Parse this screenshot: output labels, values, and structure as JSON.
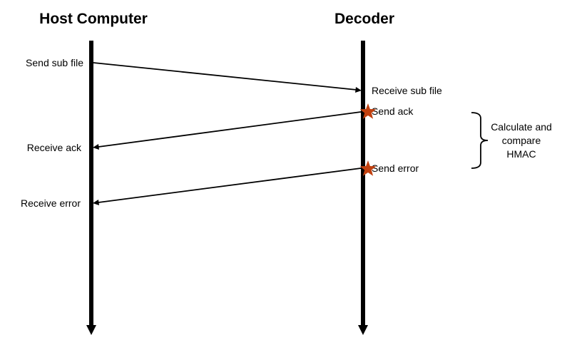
{
  "diagram": {
    "type": "sequence",
    "lifelines": [
      {
        "id": "host",
        "title": "Host Computer"
      },
      {
        "id": "decoder",
        "title": "Decoder"
      }
    ],
    "messages": [
      {
        "from": "host",
        "to": "decoder",
        "send_label": "Send sub file",
        "receive_label": "Receive sub file"
      },
      {
        "from": "decoder",
        "to": "host",
        "send_label": "Send ack",
        "receive_label": "Receive ack",
        "marker": "star"
      },
      {
        "from": "decoder",
        "to": "host",
        "send_label": "Send error",
        "receive_label": "Receive error",
        "marker": "star"
      }
    ],
    "annotation": {
      "lines": [
        "Calculate and",
        "compare",
        "HMAC"
      ]
    },
    "colors": {
      "line": "#000000",
      "star": "#c0400f"
    }
  }
}
